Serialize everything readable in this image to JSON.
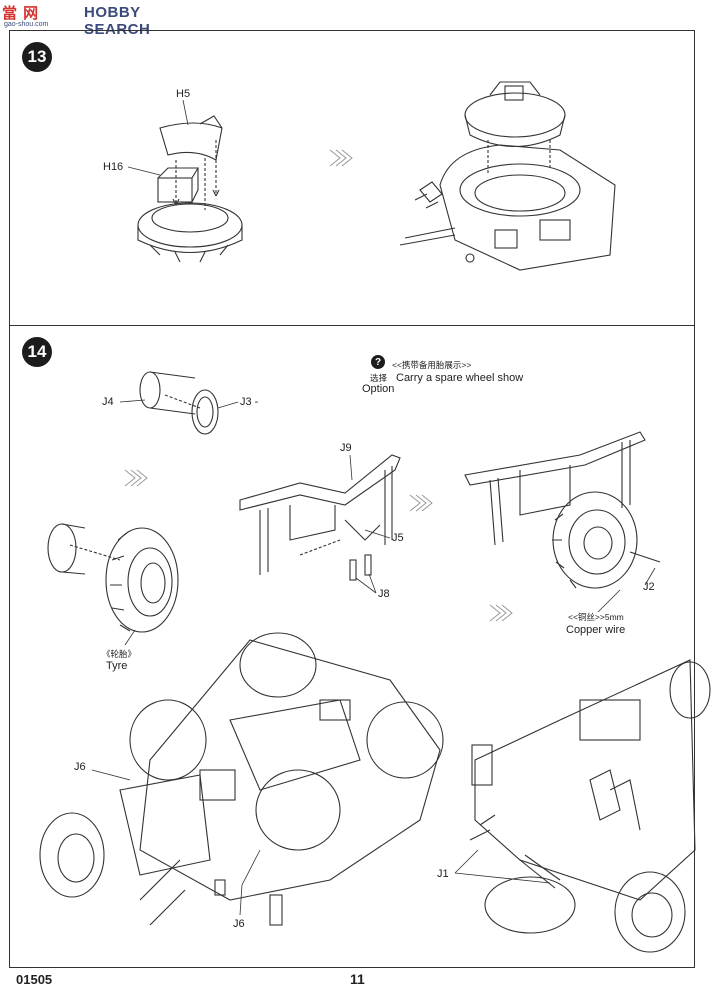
{
  "watermark": {
    "cn": "當 网",
    "en": "HOBBY SEARCH",
    "url": "gao-shou.com"
  },
  "step13": {
    "number": "13",
    "parts": {
      "h5": "H5",
      "h16": "H16"
    }
  },
  "step14": {
    "number": "14",
    "option": {
      "icon": "?",
      "cn_title": "<<携带备用胎展示>>",
      "en_title": "Carry a spare wheel  show",
      "cn_option": "选择",
      "en_option": "Option"
    },
    "parts": {
      "j4": "J4",
      "j3": "J3 -",
      "j9": "J9",
      "j5": "J5",
      "j8": "J8",
      "j2": "J2",
      "j6a": "J6",
      "j6b": "J6",
      "j1": "J1"
    },
    "tyre": {
      "cn": "《轮胎》",
      "en": "Tyre"
    },
    "wire": {
      "cn": "<<铜丝>>5mm",
      "en": "Copper wire"
    }
  },
  "footer": {
    "code": "01505",
    "page": "11"
  }
}
